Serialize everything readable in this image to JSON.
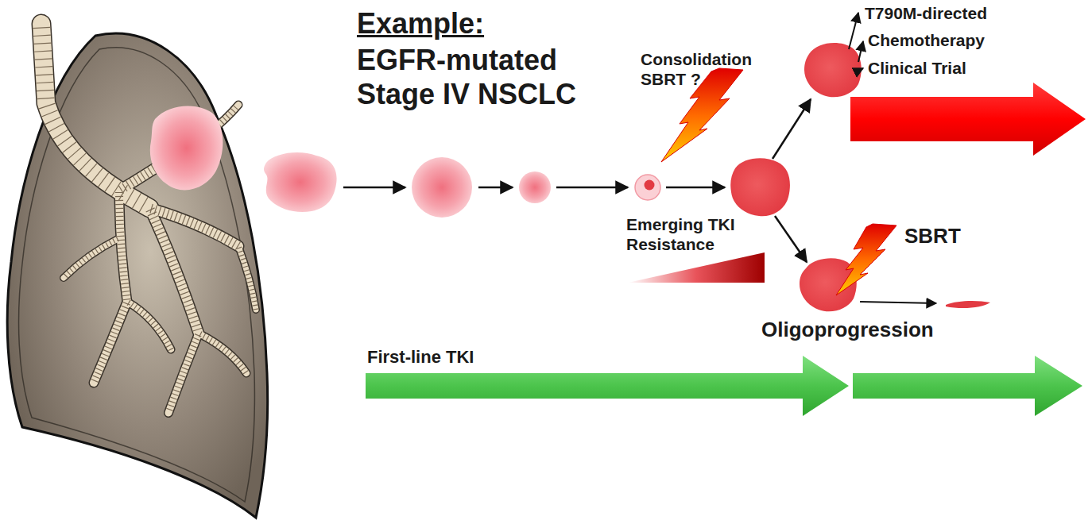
{
  "diagram": {
    "labels": [
      "Example:",
      "EGFR-mutated Stage IV NSCLC",
      "Consolidation SBRT ?",
      "Emerging TKI Resistance",
      "T790M-directed",
      "Chemotherapy",
      "Clinical Trial",
      "SBRT",
      "Oligoprogression",
      "First-line TKI"
    ]
  }
}
